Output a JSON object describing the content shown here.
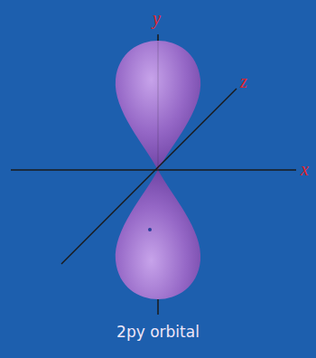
{
  "diagram": {
    "caption": "2py orbital",
    "labels": [
      "y",
      "z",
      "x"
    ]
  }
}
